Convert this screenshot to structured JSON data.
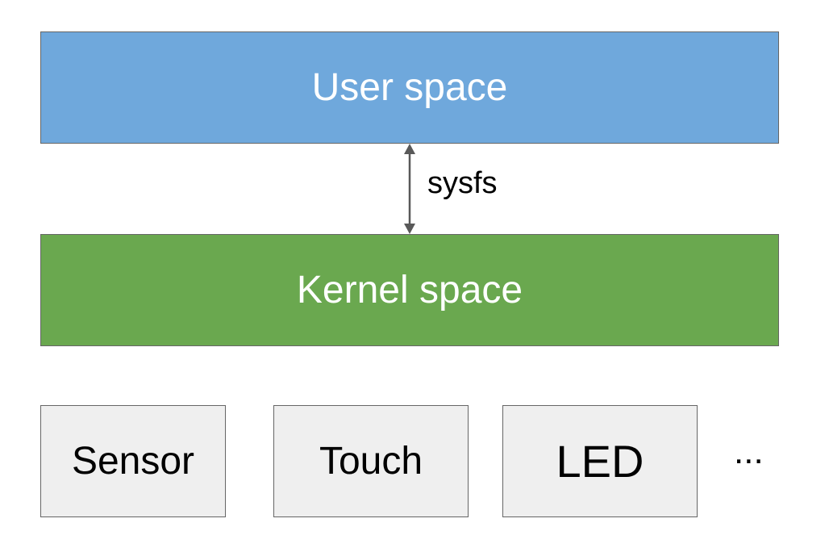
{
  "layers": {
    "user_space": {
      "label": "User space",
      "color": "#6fa8dc"
    },
    "kernel_space": {
      "label": "Kernel space",
      "color": "#6aa84f"
    }
  },
  "interface": {
    "label": "sysfs",
    "arrow_color": "#595959"
  },
  "devices": [
    {
      "label": "Sensor"
    },
    {
      "label": "Touch"
    },
    {
      "label": "LED"
    }
  ],
  "more_indicator": "..."
}
